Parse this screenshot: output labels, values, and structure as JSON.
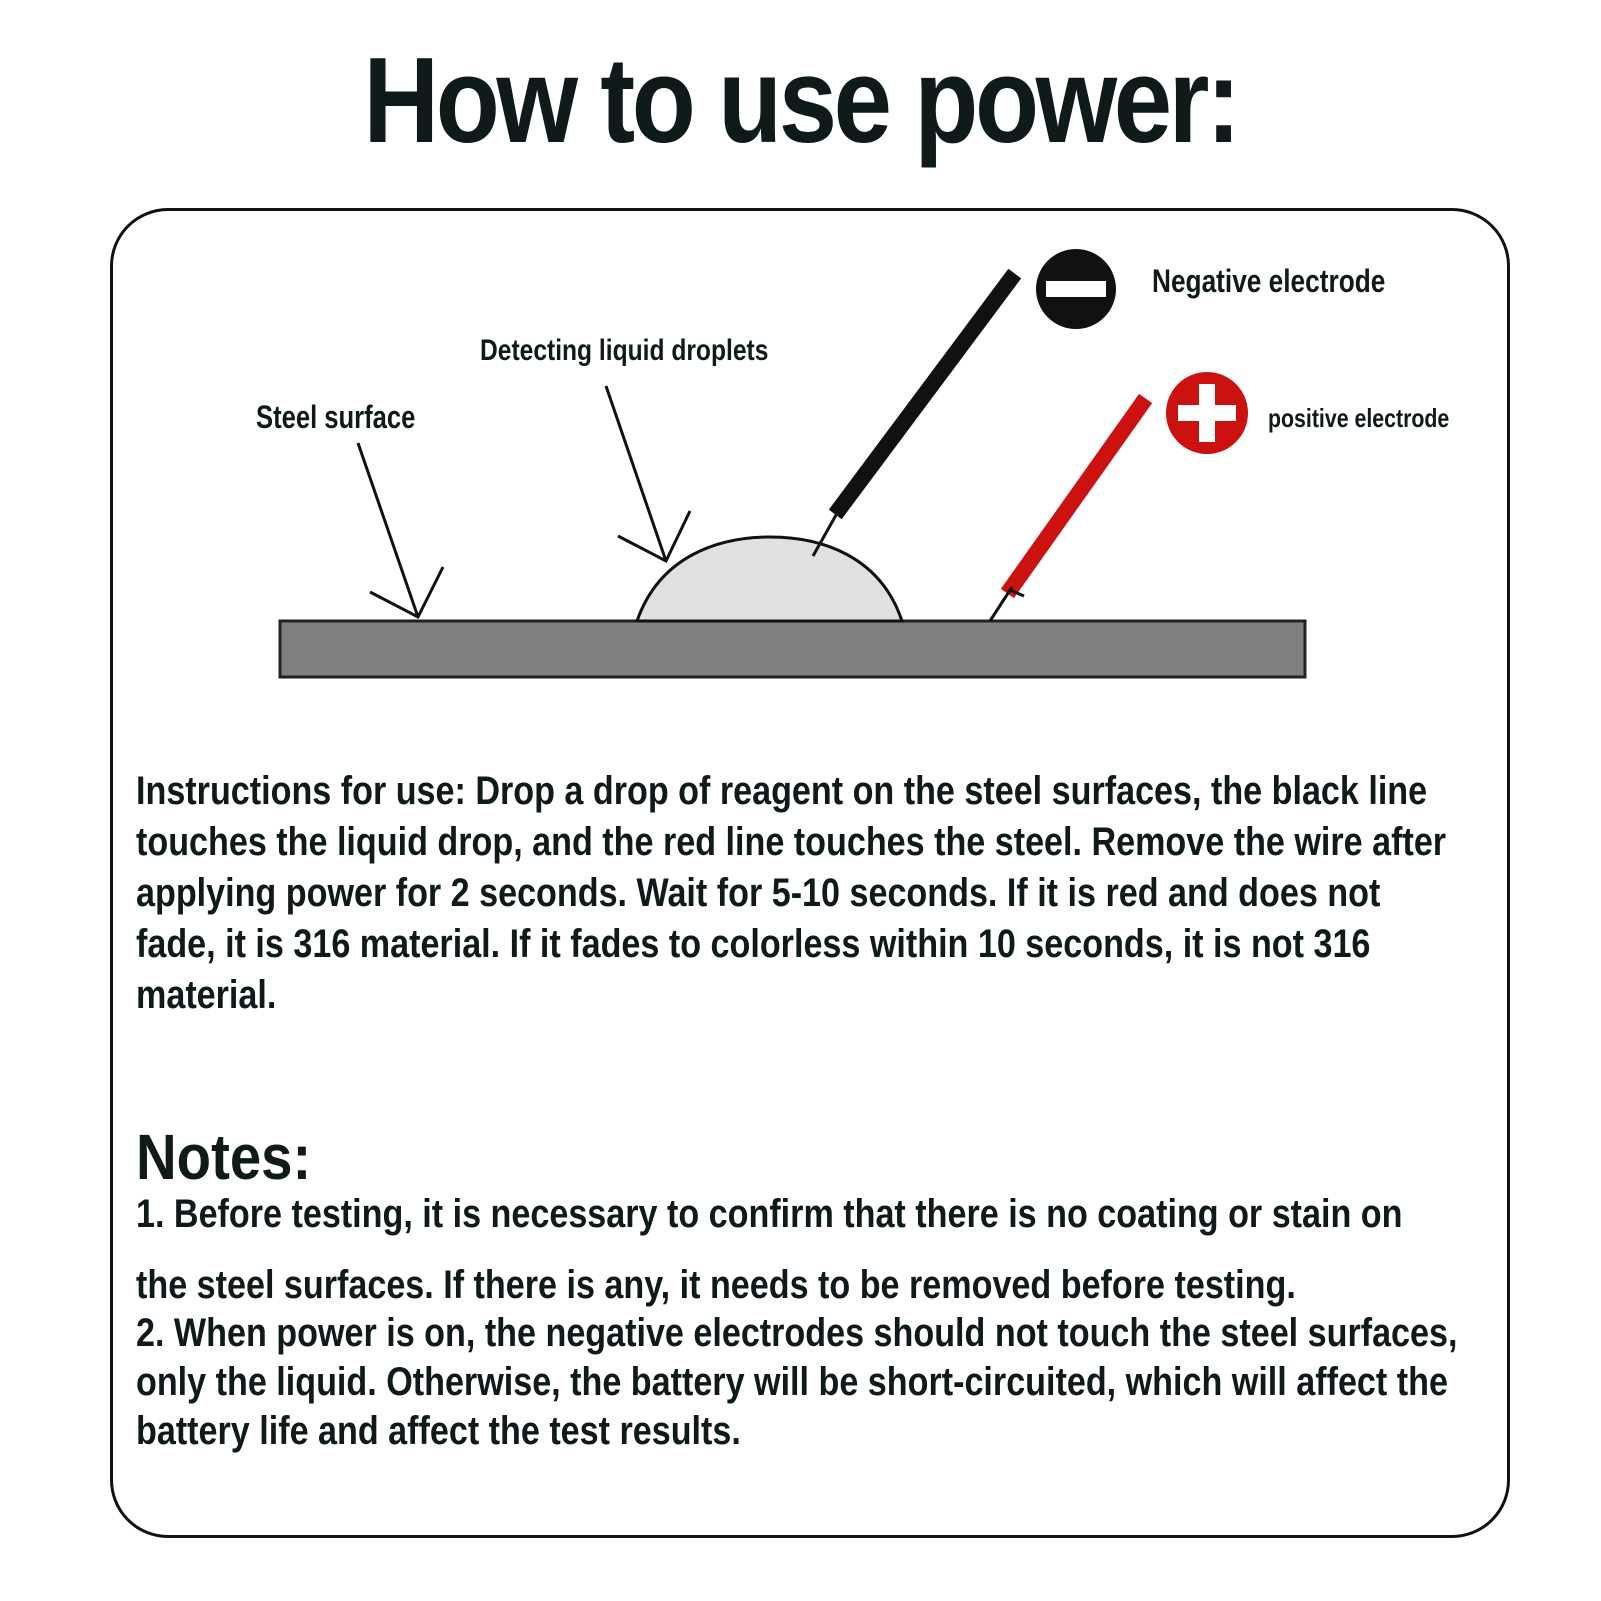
{
  "title": "How to use power:",
  "diagram": {
    "labels": {
      "negative_electrode": "Negative electrode",
      "detecting_droplets": "Detecting liquid droplets",
      "steel_surface": "Steel surface",
      "positive_electrode": "positive electrode"
    },
    "icons": {
      "negative": "minus-circle-icon",
      "positive": "plus-circle-icon"
    },
    "colors": {
      "steel": "#808080",
      "droplet": "#e0e0e0",
      "negative_probe": "#111111",
      "positive_probe": "#cc1111"
    }
  },
  "instructions": "Instructions for use: Drop a drop of reagent on the steel surfaces, the black line touches the liquid drop, and the red line touches the steel. Remove the wire after applying power for 2 seconds. Wait for 5-10 seconds. If it is red and does not fade, it is 316 material. If it fades to colorless within 10 seconds, it is not 316 material.",
  "notes": {
    "heading": "Notes:",
    "note1_line1": "1. Before testing, it is necessary to confirm that there is no coating or stain on",
    "note1_line2": "the steel surfaces. If there is any, it needs to be removed before testing.",
    "note2": "2. When power is on, the negative electrodes should not touch the steel surfaces, only the liquid. Otherwise, the battery will be short-circuited, which will affect the battery life and affect the test results."
  }
}
